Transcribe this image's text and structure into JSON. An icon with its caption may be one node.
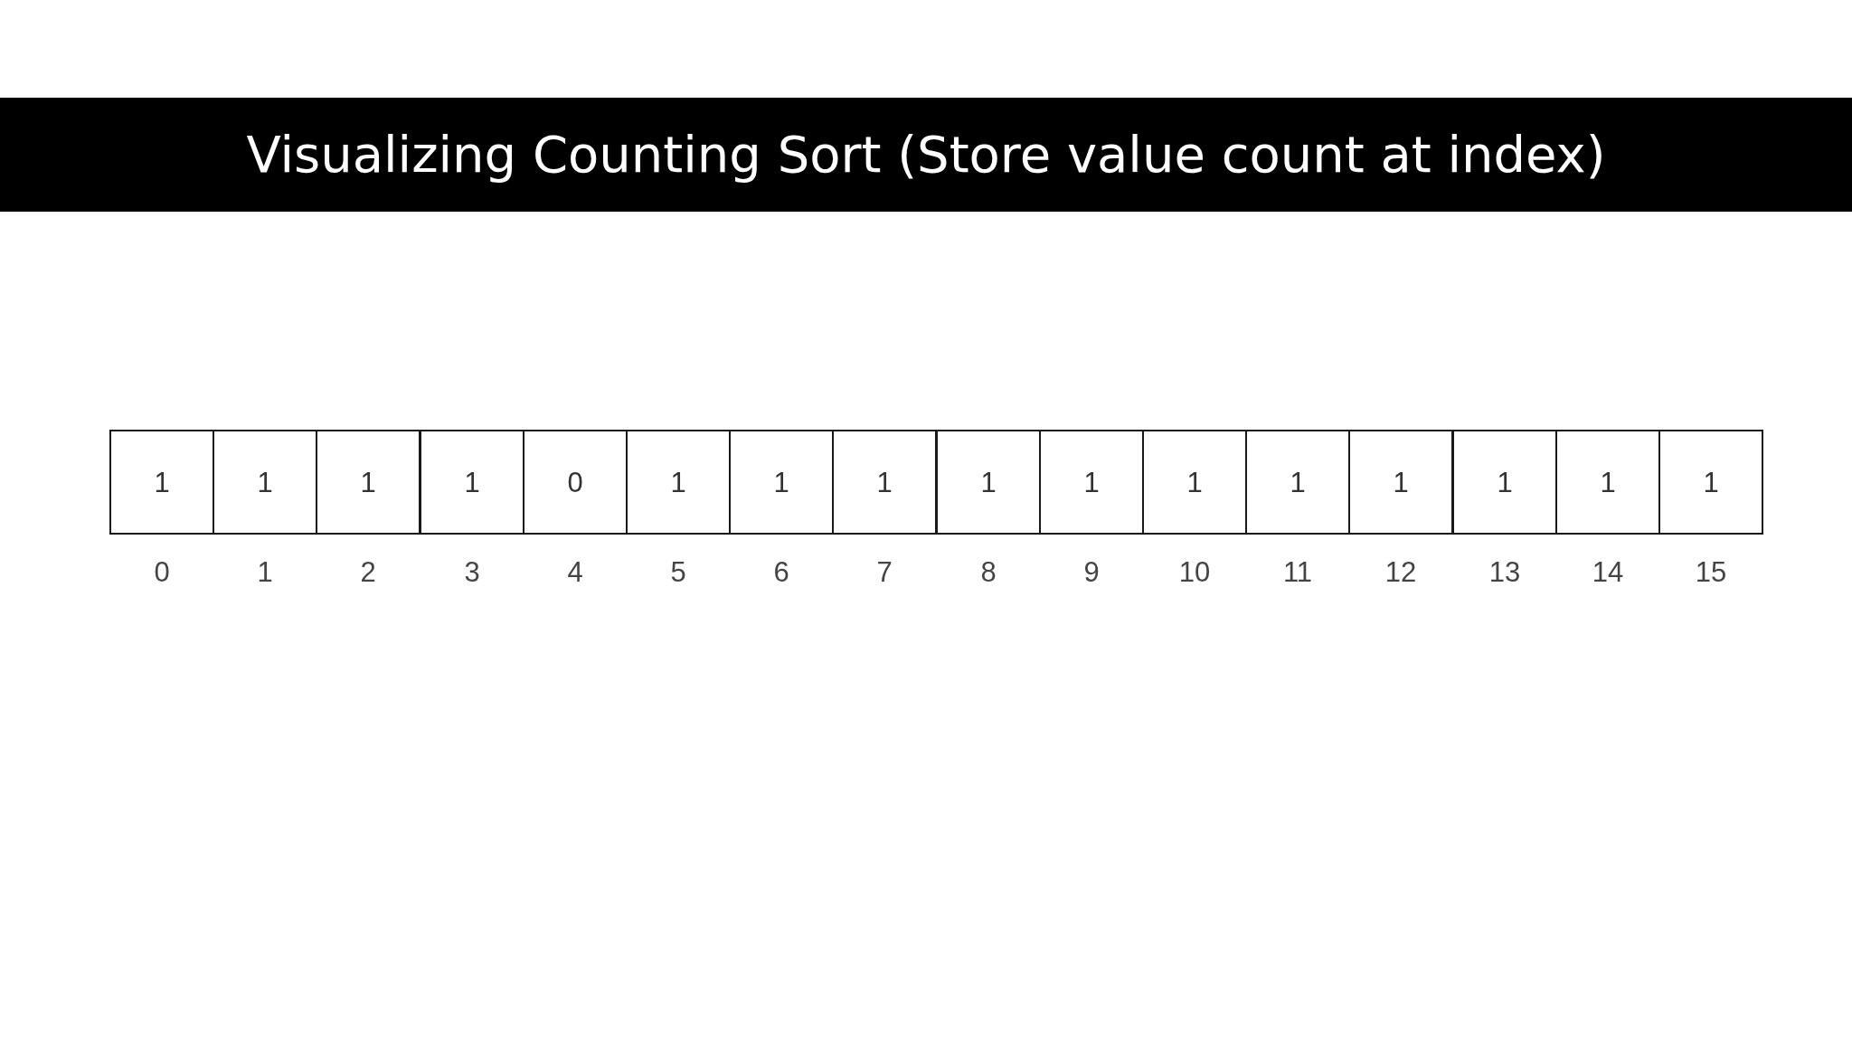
{
  "diagram": {
    "title": "Visualizing Counting Sort (Store value count at index)",
    "nodes": [
      {
        "text": [
          "1"
        ],
        "beside": [
          "0"
        ]
      },
      {
        "text": [
          "1"
        ],
        "beside": [
          "1"
        ]
      },
      {
        "text": [
          "1"
        ],
        "beside": [
          "2"
        ]
      },
      {
        "text": [
          "1"
        ],
        "beside": [
          "3"
        ]
      },
      {
        "text": [
          "0"
        ],
        "beside": [
          "4"
        ]
      },
      {
        "text": [
          "1"
        ],
        "beside": [
          "5"
        ]
      },
      {
        "text": [
          "1"
        ],
        "beside": [
          "6"
        ]
      },
      {
        "text": [
          "1"
        ],
        "beside": [
          "7"
        ]
      },
      {
        "text": [
          "1"
        ],
        "beside": [
          "8"
        ]
      },
      {
        "text": [
          "1"
        ],
        "beside": [
          "9"
        ]
      },
      {
        "text": [
          "1"
        ],
        "beside": [
          "10"
        ]
      },
      {
        "text": [
          "1"
        ],
        "beside": [
          "11"
        ]
      },
      {
        "text": [
          "1"
        ],
        "beside": [
          "12"
        ]
      },
      {
        "text": [
          "1"
        ],
        "beside": [
          "13"
        ]
      },
      {
        "text": [
          "1"
        ],
        "beside": [
          "14"
        ]
      },
      {
        "text": [
          "1"
        ],
        "beside": [
          "15"
        ]
      }
    ]
  }
}
